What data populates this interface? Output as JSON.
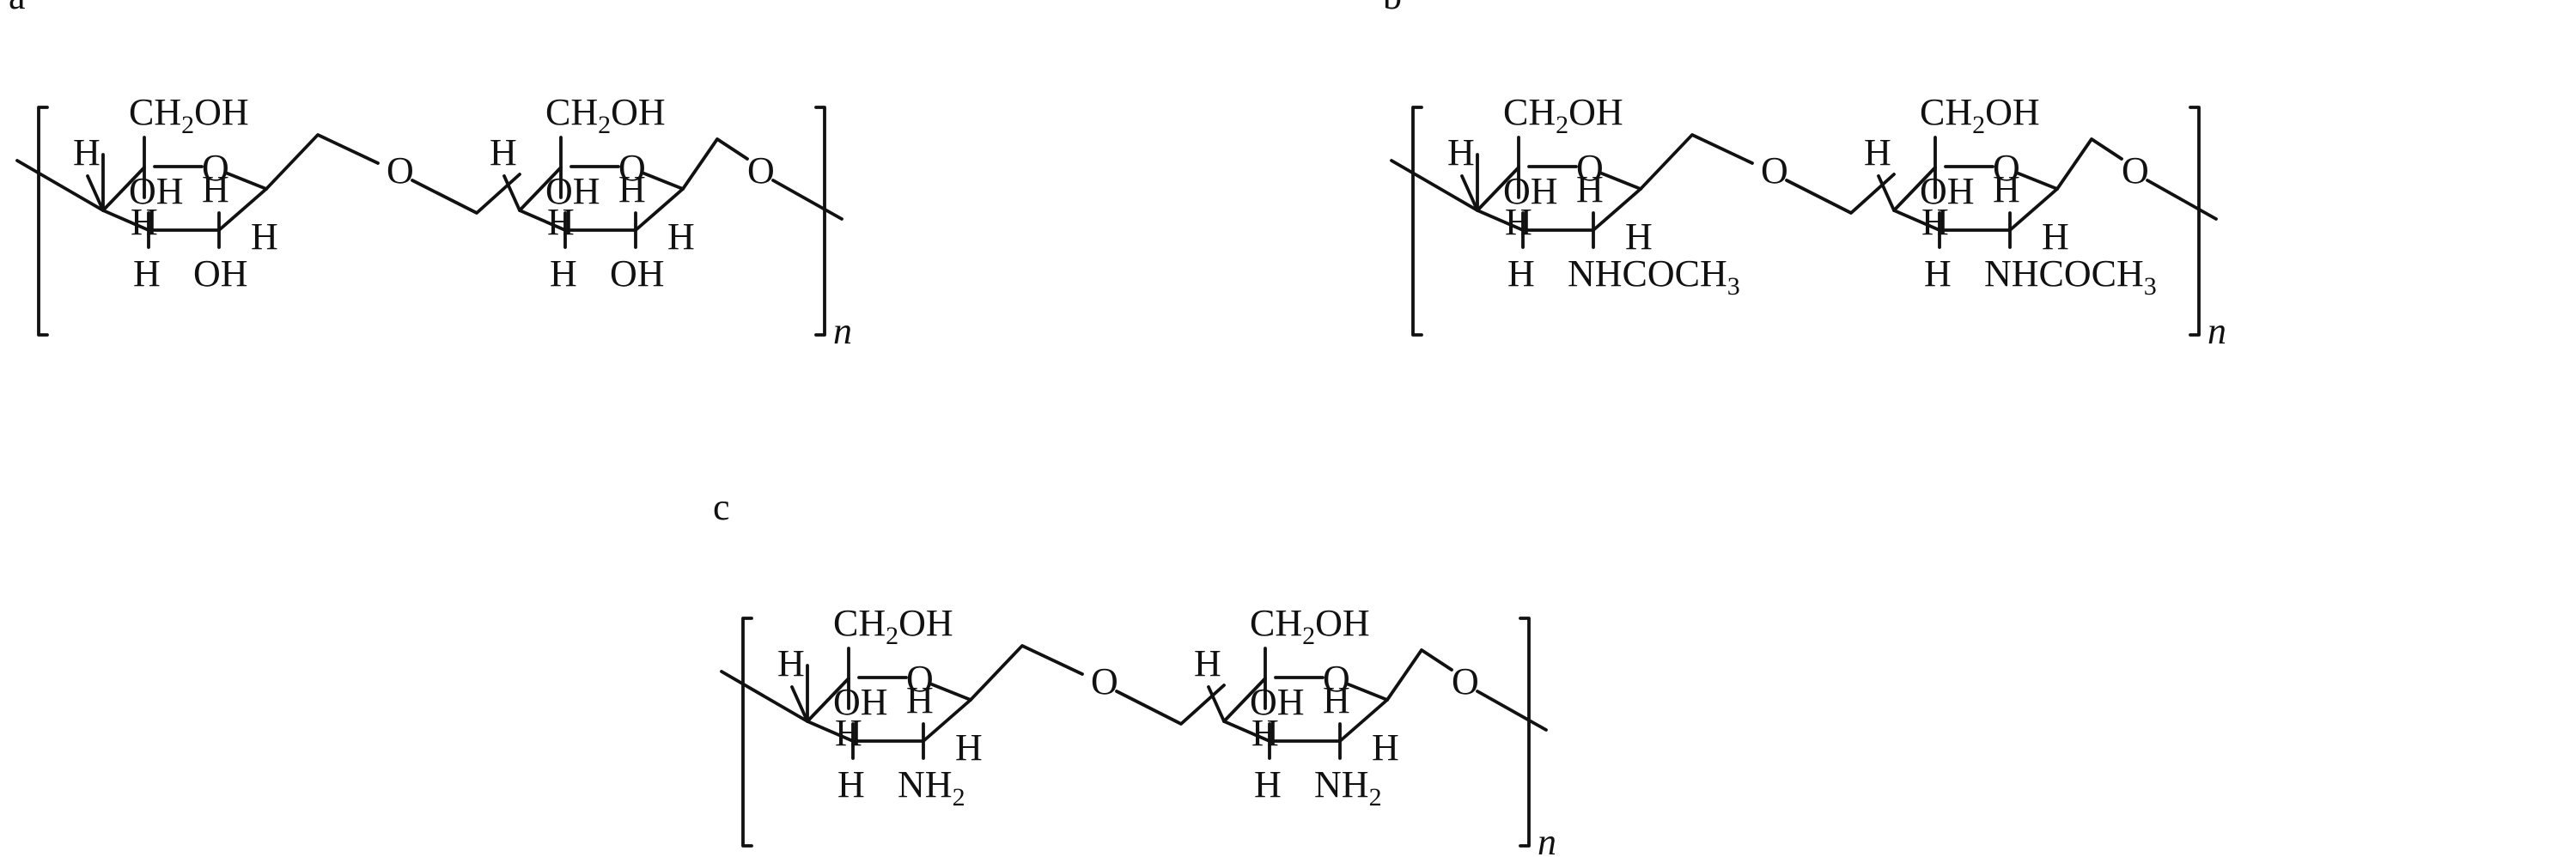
{
  "figure": {
    "panels": [
      {
        "label": "a",
        "repeat": "n",
        "units": [
          {
            "top": [
              "CH",
              "2",
              "OH"
            ],
            "c2_sub": "OH",
            "c2_lower": "H"
          },
          {
            "top": [
              "CH",
              "2",
              "OH"
            ],
            "c2_sub": "OH",
            "c2_lower": "H"
          }
        ]
      },
      {
        "label": "b",
        "repeat": "n",
        "units": [
          {
            "top": [
              "CH",
              "2",
              "OH"
            ],
            "c2_sub": "NHCOCH",
            "c2_sub_index": "3",
            "c2_lower": "H"
          },
          {
            "top": [
              "CH",
              "2",
              "OH"
            ],
            "c2_sub": "NHCOCH",
            "c2_sub_index": "3",
            "c2_lower": "H"
          }
        ]
      },
      {
        "label": "c",
        "repeat": "n",
        "units": [
          {
            "top": [
              "CH",
              "2",
              "OH"
            ],
            "c2_sub": "NH",
            "c2_sub_index": "2",
            "c2_lower": "H"
          },
          {
            "top": [
              "CH",
              "2",
              "OH"
            ],
            "c2_sub": "NH",
            "c2_sub_index": "2",
            "c2_lower": "H"
          }
        ]
      }
    ],
    "atoms": {
      "oxygen": "O",
      "hydrogen": "H",
      "hydroxyl": "OH"
    }
  }
}
